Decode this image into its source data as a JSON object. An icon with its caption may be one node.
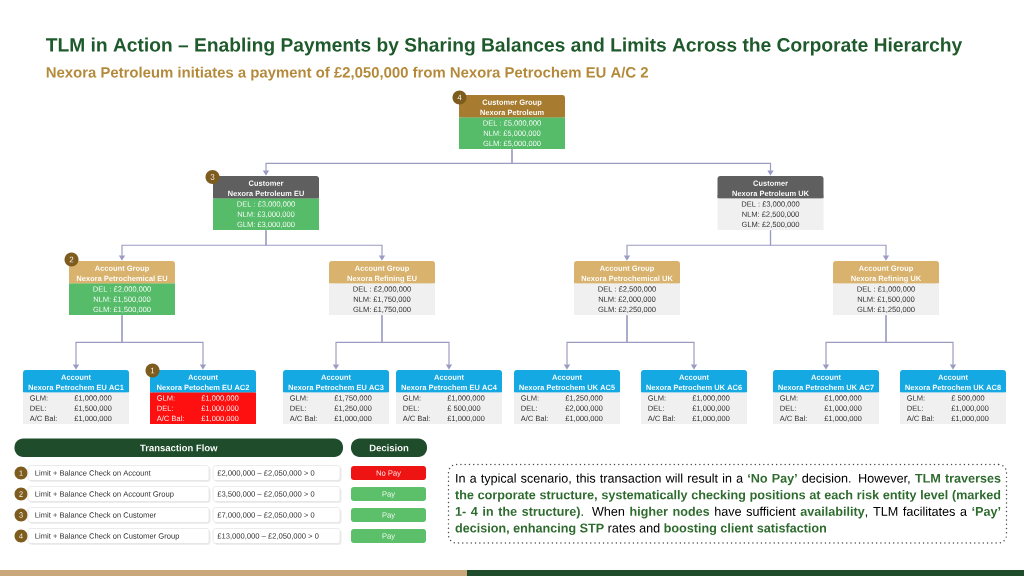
{
  "diagram": {
    "title": "TLM in Action – Enabling Payments by Sharing Balances and Limits Across the Corporate Hierarchy",
    "nodes": [
      {
        "text": [
          "4"
        ]
      },
      {
        "text": [
          "Customer Group",
          "Nexora Petroleum",
          "DEL : £5,000,000",
          "NLM: £5,000,000",
          "GLM: £5,000,000"
        ]
      },
      {
        "text": [
          "3"
        ]
      },
      {
        "text": [
          "Customer",
          "Nexora Petroleum EU",
          "DEL : £3,000,000",
          "NLM: £3,000,000",
          "GLM: £3,000,000"
        ]
      },
      {
        "text": [
          "Customer",
          "Nexora Petroleum UK",
          "DEL : £3,000,000",
          "NLM: £2,500,000",
          "GLM: £2,500,000"
        ]
      },
      {
        "text": [
          "2"
        ]
      },
      {
        "text": [
          "Account Group",
          "Nexora Petrochemical EU",
          "DEL : £2,000,000",
          "NLM: £1,500,000",
          "GLM: £1,500,000"
        ]
      },
      {
        "text": [
          "Account Group",
          "Nexora Refining EU",
          "DEL : £2,000,000",
          "NLM: £1,750,000",
          "GLM: £1,750,000"
        ]
      },
      {
        "text": [
          "Account Group",
          "Nexora Petrochemical UK",
          "DEL : £2,500,000",
          "NLM: £2,000,000",
          "GLM: £2,250,000"
        ]
      },
      {
        "text": [
          "Account Group",
          "Nexora Refining UK",
          "DEL : £1,000,000",
          "NLM: £1,500,000",
          "GLM: £1,250,000"
        ]
      },
      {
        "text": [
          "Account",
          "Nexora Petrochem EU AC1",
          "GLM:",
          "£1,000,000",
          "DEL:",
          "£1,500,000",
          "A/C Bal:",
          "£1,000,000"
        ]
      },
      {
        "text": [
          "1"
        ]
      },
      {
        "text": [
          "Account",
          "Nexora Petochem EU AC2",
          "GLM:",
          "£1,000,000",
          "DEL:",
          "£1,000,000",
          "A/C Bal:",
          "£1,000,000"
        ]
      },
      {
        "text": [
          "Account",
          "Nexora Petrochem EU AC3",
          "GLM:",
          "£1,750,000",
          "DEL:",
          "£1,250,000",
          "A/C Bal:",
          "£1,000,000"
        ]
      },
      {
        "text": [
          "Account",
          "Nexora Petrochem EU AC4",
          "GLM:",
          "£1,000,000",
          "DEL:",
          "£ 500,000",
          "A/C Bal:",
          "£1,000,000"
        ]
      },
      {
        "text": [
          "Account",
          "Nexora Petrochem UK AC5",
          "GLM:",
          "£1,250,000",
          "DEL:",
          "£2,000,000",
          "A/C Bal:",
          "£1,000,000"
        ]
      },
      {
        "text": [
          "Account",
          "Nexora Petrochem UK AC6",
          "GLM:",
          "£1,000,000",
          "DEL:",
          "£1,000,000",
          "A/C Bal:",
          "£1,000,000"
        ]
      },
      {
        "text": [
          "Account",
          "Nexora Petrochem UK AC7",
          "GLM:",
          "£1,000,000",
          "DEL:",
          "£1,000,000",
          "A/C Bal:",
          "£1,000,000"
        ]
      },
      {
        "text": [
          "Account",
          "Nexora Petrochem UK AC8",
          "GLM:",
          "£ 500,000",
          "DEL:",
          "£1,000,000",
          "A/C Bal:",
          "£1,000,000"
        ]
      },
      {
        "text": [
          "In a typical scenario, this transaction will result in a **‘No Pay’** decision. However, **TLM traverses the corporate structure, systematically checking positions at each risk entity level (marked 1- 4 in the structure)**. When **higher nodes** have sufficient **availability**, TLM facilitates a **‘Pay’ decision, enhancing STP** rates and **boosting client satisfaction**"
        ]
      }
    ],
    "edges": [
      {
        "from": 1,
        "to": 3,
        "arrow": "to"
      },
      {
        "from": 1,
        "to": 4,
        "arrow": "to"
      },
      {
        "from": 3,
        "to": 6,
        "arrow": "to"
      },
      {
        "from": 3,
        "to": 7,
        "arrow": "to"
      },
      {
        "from": 4,
        "to": 8,
        "arrow": "to"
      },
      {
        "from": 4,
        "to": 9,
        "arrow": "to"
      },
      {
        "from": 6,
        "to": 10,
        "arrow": "to"
      },
      {
        "from": 6,
        "to": 12,
        "arrow": "to"
      },
      {
        "from": 7,
        "to": 13,
        "arrow": "to"
      },
      {
        "from": 7,
        "to": 14,
        "arrow": "to"
      },
      {
        "from": 8,
        "to": 15,
        "arrow": "to"
      },
      {
        "from": 8,
        "to": 16,
        "arrow": "to"
      },
      {
        "from": 9,
        "to": 17,
        "arrow": "to"
      },
      {
        "from": 9,
        "to": 18,
        "arrow": "to"
      }
    ],
    "labels": [
      "Nexora Petroleum initiates a payment of £2,050,000 from Nexora Petrochem EU A/C 2",
      "Transaction Flow",
      "Decision",
      "1",
      "Limit + Balance Check on Account",
      "£2,000,000 – £2,050,000 > 0",
      "No Pay",
      "2",
      "Limit + Balance Check on Account Group",
      "£3,500,000 – £2,050,000 > 0",
      "Pay",
      "3",
      "Limit + Balance Check on Customer",
      "£7,000,000 – £2,050,000 > 0",
      "Pay",
      "4",
      "Limit + Balance Check on Customer Group",
      "£13,000,000 – £2,050,000 > 0",
      "Pay"
    ]
  }
}
